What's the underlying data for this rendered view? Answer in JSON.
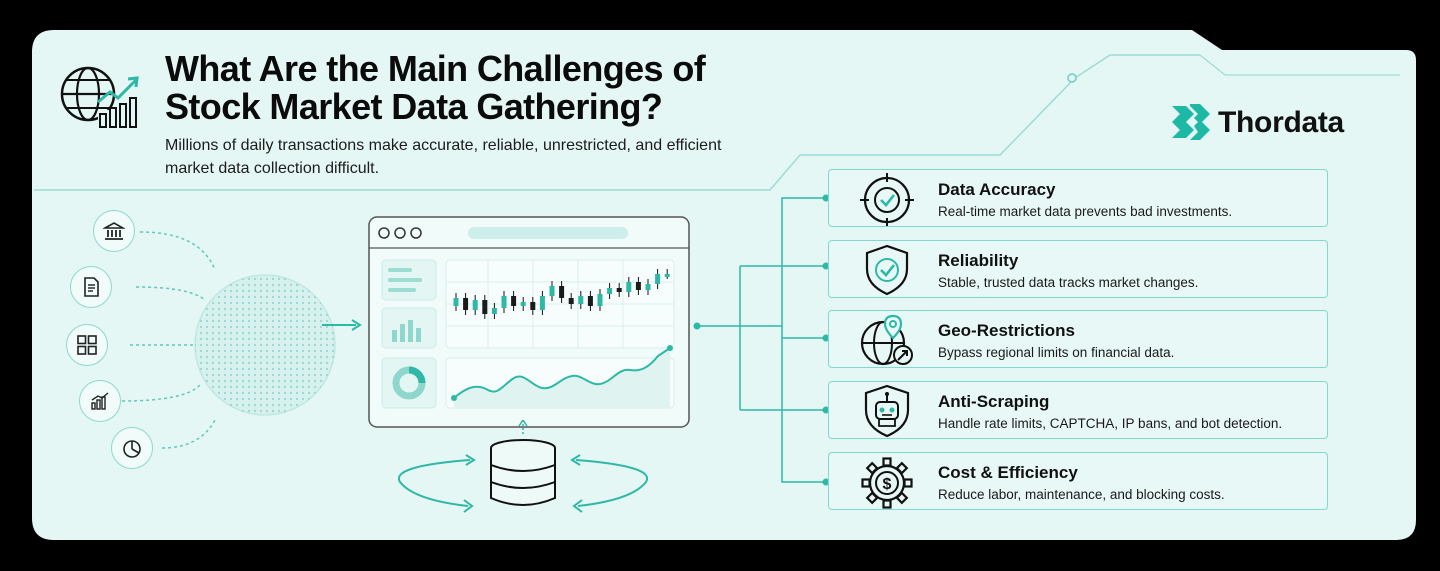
{
  "header": {
    "title_line1": "What Are the Main Challenges of",
    "title_line2": "Stock Market Data Gathering?",
    "subtitle_line1": "Millions of daily transactions make accurate, reliable, unrestricted, and efficient",
    "subtitle_line2": "market data collection difficult.",
    "header_icon": "globe-growth-chart-icon"
  },
  "brand": {
    "name": "Thordata",
    "logo_icon": "thordata-logo-icon",
    "color": "#1fb8a5"
  },
  "colors": {
    "panel": "#e4f7f5",
    "accent": "#2fb8a6",
    "card_border": "#7fd9cf",
    "background": "#000000"
  },
  "sources": [
    {
      "icon": "bank-icon"
    },
    {
      "icon": "document-icon"
    },
    {
      "icon": "grid-apps-icon"
    },
    {
      "icon": "bar-chart-icon"
    },
    {
      "icon": "pie-chart-icon"
    }
  ],
  "center": {
    "globe_icon": "globe-icon",
    "dashboard_icon": "dashboard-window-icon",
    "database_icon": "database-sync-icon"
  },
  "challenges": [
    {
      "title": "Data Accuracy",
      "description": "Real-time market data prevents bad investments.",
      "icon": "target-check-icon"
    },
    {
      "title": "Reliability",
      "description": "Stable, trusted data tracks market changes.",
      "icon": "shield-check-icon"
    },
    {
      "title": "Geo-Restrictions",
      "description": "Bypass regional limits on financial data.",
      "icon": "globe-location-icon"
    },
    {
      "title": "Anti-Scraping",
      "description": "Handle rate limits, CAPTCHA, IP bans, and bot detection.",
      "icon": "shield-robot-icon"
    },
    {
      "title": "Cost & Efficiency",
      "description": "Reduce labor, maintenance, and blocking costs.",
      "icon": "gear-dollar-icon"
    }
  ]
}
